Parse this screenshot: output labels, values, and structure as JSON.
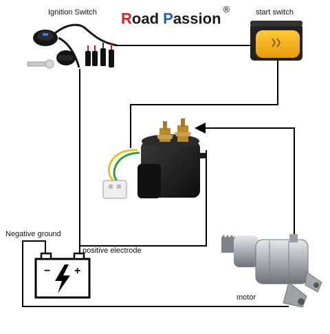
{
  "brand": {
    "first_initial": "R",
    "first_rest": "oad ",
    "second_initial": "P",
    "second_rest": "assion",
    "mark": "®",
    "initial_colors": [
      "#d9211c",
      "#1f5fc7"
    ]
  },
  "labels": {
    "ignition_switch": "Ignition Switch",
    "start_switch": "start switch",
    "negative_ground": "Negative ground",
    "positive_electrode": "positive electrode",
    "motor": "motor"
  },
  "battery": {
    "minus": "−",
    "plus": "+"
  },
  "colors": {
    "wire": "#000000",
    "switch_button": "#f6b21a",
    "relay_body": "#1b1b1b",
    "terminal_brass": "#b8892e",
    "motor_silver": "#b9bcc0",
    "wire_yellow": "#e8c21d",
    "wire_green": "#2e9b3e"
  }
}
